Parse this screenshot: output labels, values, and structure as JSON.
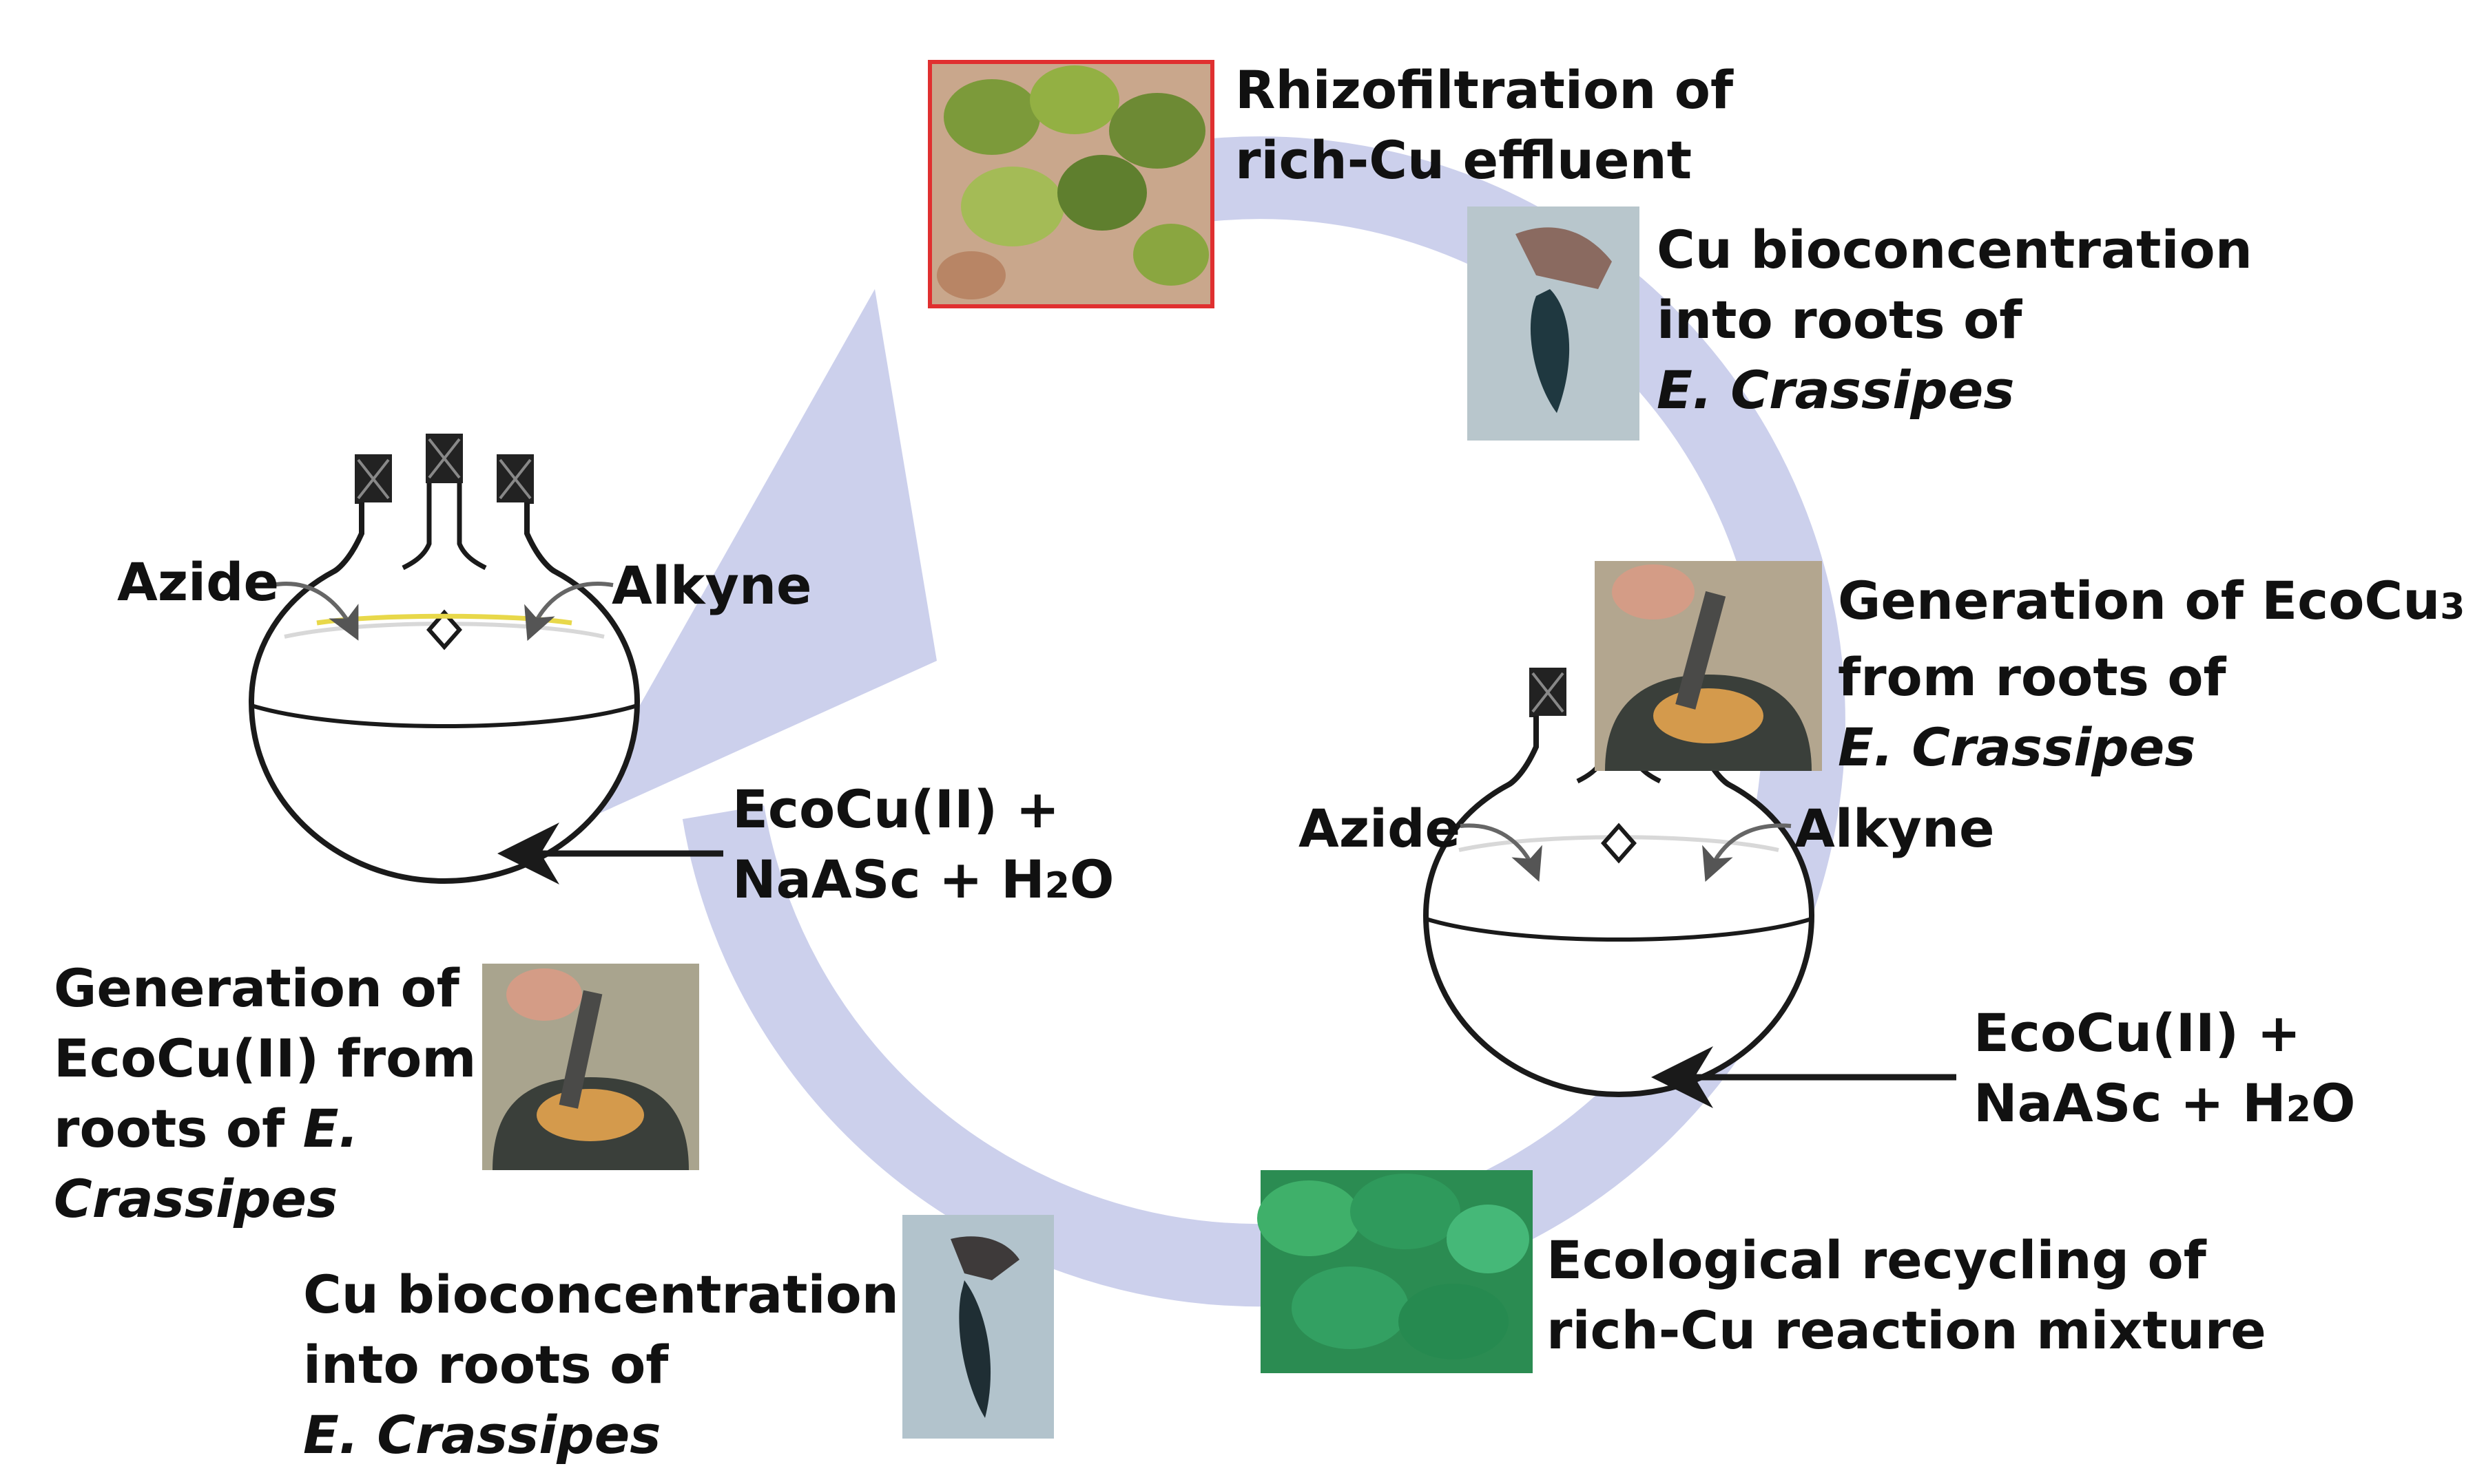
{
  "labels": {
    "rhizofiltration": [
      "Rhizofiltration of",
      "rich-Cu effluent"
    ],
    "bioconc_top": [
      "Cu bioconcentration",
      "into roots of",
      "E. Crassipes"
    ],
    "gen_ecocu3": {
      "l1_pre": "Generation of EcoCu",
      "l1_sub": "3",
      "l2": "from roots of",
      "l3": "E. Crassipes"
    },
    "flask_right": {
      "azide": "Azide",
      "alkyne": "Alkyne",
      "r1": "EcoCu(II) +",
      "r2_pre": "NaASc + H",
      "r2_sub": "2",
      "r2_post": "O"
    },
    "flask_left": {
      "azide": "Azide",
      "alkyne": "Alkyne",
      "r1": "EcoCu(II) +",
      "r2_pre": "NaASc + H",
      "r2_sub": "2",
      "r2_post": "O"
    },
    "gen_ecocu2": {
      "l1": "Generation of",
      "l2": "EcoCu(II) from",
      "l3_pre": "roots of ",
      "l3_it": "E.",
      "l4": "Crassipes"
    },
    "bioconc_bottom": [
      "Cu bioconcentration",
      "into roots of",
      "E. Crassipes"
    ],
    "recycling": [
      "Ecological recycling of",
      "rich-Cu reaction mixture"
    ]
  },
  "colors": {
    "cycle_arrow": "#ccd0ec",
    "text": "#111111",
    "flask_stroke": "#1a1a1a",
    "photo_frame": "#e03030"
  },
  "icons": [
    "round-bottom-flask-icon",
    "curved-arrow-icon",
    "straight-arrow-icon"
  ]
}
